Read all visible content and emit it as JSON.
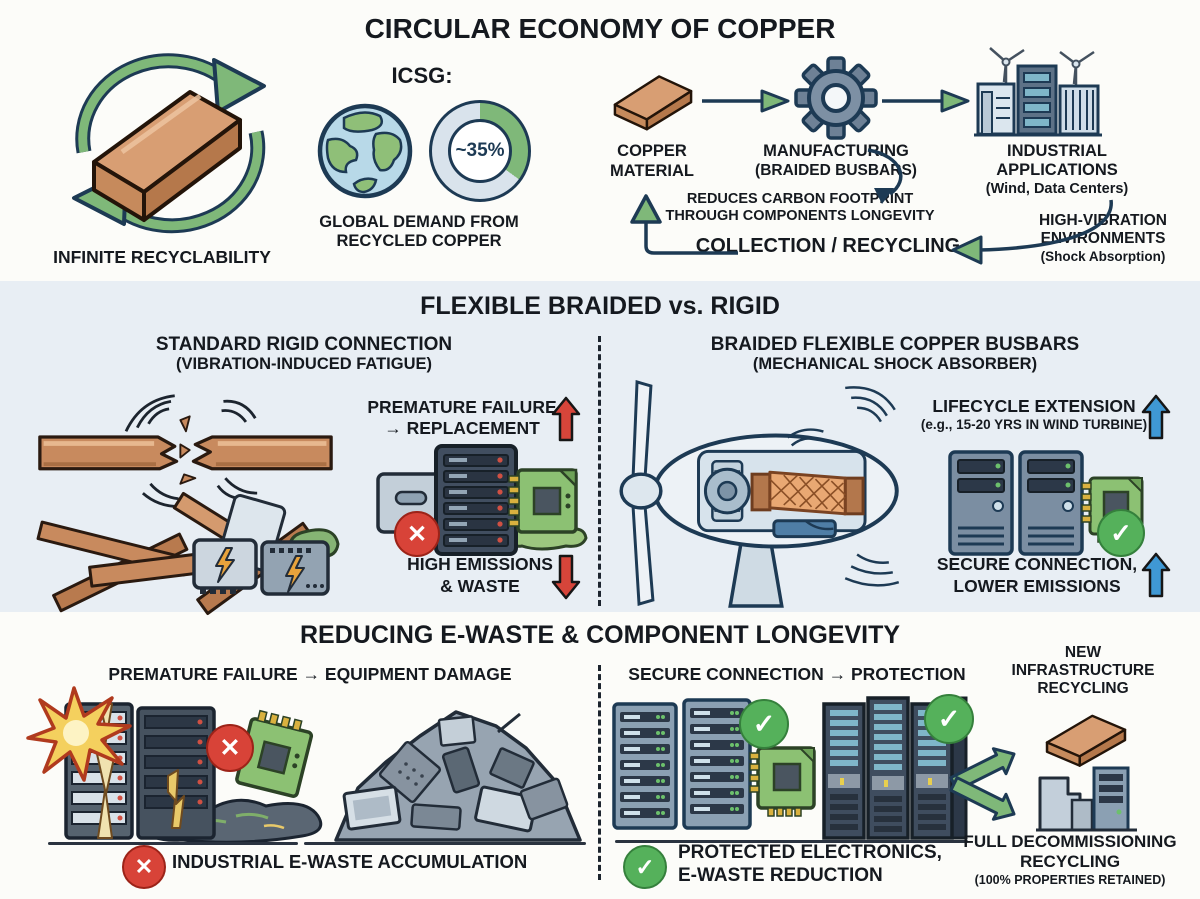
{
  "colors": {
    "green": "#7fb879",
    "navy": "#1d3a54",
    "red": "#d6453a",
    "blue": "#3f98d4",
    "copper": "#c88a5e",
    "band_bg": "#e8eef4",
    "ink": "#15191f"
  },
  "top": {
    "title": "CIRCULAR ECONOMY OF COPPER",
    "infinite_label": "INFINITE RECYCLABILITY",
    "icsg_label": "ICSG:",
    "donut_value": "~35%",
    "donut_pct": 35,
    "icsg_caption_line1": "GLOBAL DEMAND FROM",
    "icsg_caption_line2": "RECYCLED COPPER",
    "flow": {
      "step1_line1": "COPPER",
      "step1_line2": "MATERIAL",
      "step2_line1": "MANUFACTURING",
      "step2_line2": "(BRAIDED BUSBARS)",
      "step3_line1": "INDUSTRIAL",
      "step3_line2": "APPLICATIONS",
      "step3_line3": "(Wind, Data Centers)",
      "reduces_line1": "REDUCES CARBON FOOTPRINT",
      "reduces_line2": "THROUGH COMPONENTS LONGEVITY",
      "collection": "COLLECTION / RECYCLING",
      "vibration_line1": "HIGH-VIBRATION",
      "vibration_line2": "ENVIRONMENTS",
      "vibration_line3": "(Shock Absorption)"
    }
  },
  "middle": {
    "title": "FLEXIBLE BRAIDED vs. RIGID",
    "left": {
      "heading_line1": "STANDARD RIGID CONNECTION",
      "heading_line2": "(VIBRATION-INDUCED FATIGUE)",
      "failure_line1": "PREMATURE FAILURE",
      "failure_line2": "→ REPLACEMENT",
      "emissions_line1": "HIGH EMISSIONS",
      "emissions_line2": "& WASTE"
    },
    "right": {
      "heading_line1": "BRAIDED FLEXIBLE COPPER BUSBARS",
      "heading_line2": "(MECHANICAL SHOCK ABSORBER)",
      "lifecycle_line1": "LIFECYCLE EXTENSION",
      "lifecycle_line2": "(e.g., 15-20 YRS IN WIND TURBINE)",
      "secure_line1": "SECURE CONNECTION,",
      "secure_line2": "LOWER EMISSIONS"
    }
  },
  "bottom": {
    "title": "REDUCING E-WASTE & COMPONENT LONGEVITY",
    "left_heading": "PREMATURE FAILURE → EQUIPMENT DAMAGE",
    "left_caption": "INDUSTRIAL E-WASTE ACCUMULATION",
    "right_heading": "SECURE CONNECTION → PROTECTION",
    "right_caption_line1": "PROTECTED ELECTRONICS,",
    "right_caption_line2": "E-WASTE REDUCTION",
    "recycle_top_line1": "NEW",
    "recycle_top_line2": "INFRASTRUCTURE",
    "recycle_top_line3": "RECYCLING",
    "recycle_bottom_line1": "FULL DECOMMISSIONING",
    "recycle_bottom_line2": "RECYCLING",
    "recycle_bottom_line3": "(100% PROPERTIES RETAINED)",
    "badge_x": "✕",
    "badge_check": "✓"
  }
}
